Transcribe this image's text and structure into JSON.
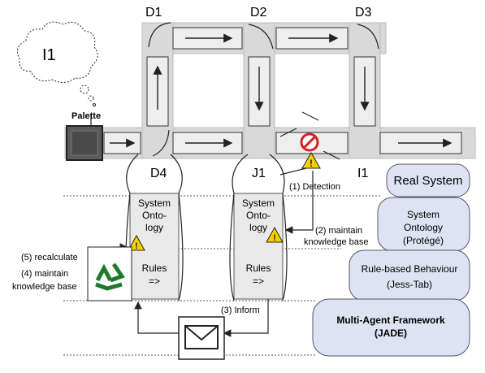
{
  "labels": {
    "d1": "D1",
    "d2": "D2",
    "d3": "D3",
    "d4": "D4",
    "j1": "J1",
    "i1_bottom": "I1",
    "i1_cloud": "I1",
    "palette": "Palette"
  },
  "agents": [
    {
      "line1": "System",
      "line2": "Onto-",
      "line3": "logy",
      "rules": "Rules",
      "rules_arrow": "=>"
    },
    {
      "line1": "System",
      "line2": "Onto-",
      "line3": "logy",
      "rules": "Rules",
      "rules_arrow": "=>"
    }
  ],
  "steps": {
    "detection": "(1) Detection",
    "maintain1": "(2) maintain",
    "maintain2": "knowledge base",
    "inform": "(3) Inform",
    "recalculate": "(5) recalculate",
    "maintain4a": "(4) maintain",
    "maintain4b": "knowledge base"
  },
  "layers": {
    "real_system": "Real System",
    "ontology1": "System",
    "ontology2": "Ontology",
    "ontology3": "(Protégé)",
    "rules1": "Rule-based Behaviour",
    "rules2": "(Jess-Tab)",
    "mas1": "Multi-Agent Framework",
    "mas2": "(JADE)"
  },
  "colors": {
    "layer_fill": "#dde3f2",
    "warning": "#f5d000",
    "stop": "#d42020",
    "recycle": "#1e7a2a"
  }
}
